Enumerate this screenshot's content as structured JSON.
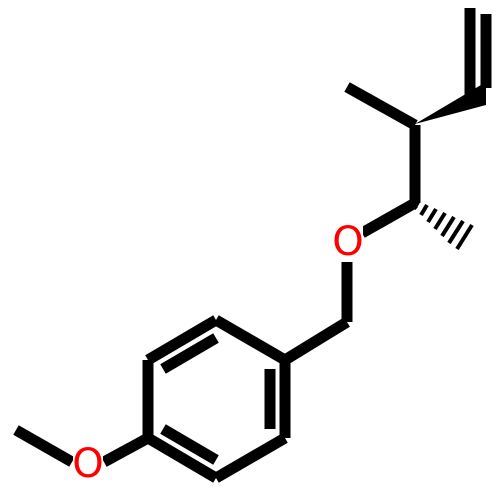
{
  "molecule": {
    "atoms": [
      {
        "id": "ether-oxygen",
        "symbol": "O",
        "color": "#ff0000"
      },
      {
        "id": "methoxy-oxygen",
        "symbol": "O",
        "color": "#ff0000"
      }
    ],
    "bond_color": "#000000",
    "background": "#ffffff"
  }
}
